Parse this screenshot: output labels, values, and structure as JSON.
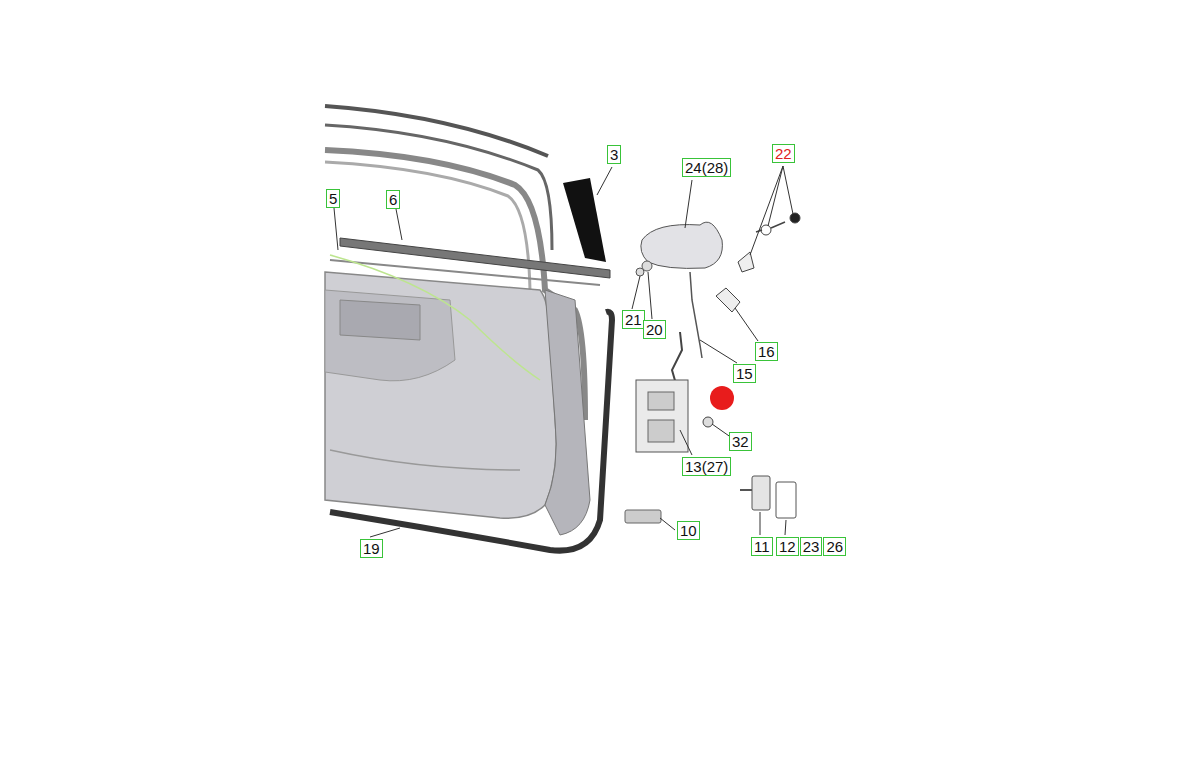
{
  "diagram": {
    "labels": [
      "3",
      "24(28)",
      "22",
      "5",
      "6",
      "21",
      "20",
      "16",
      "15",
      "32",
      "13(27)",
      "10",
      "19",
      "11",
      "12",
      "23",
      "26"
    ]
  }
}
